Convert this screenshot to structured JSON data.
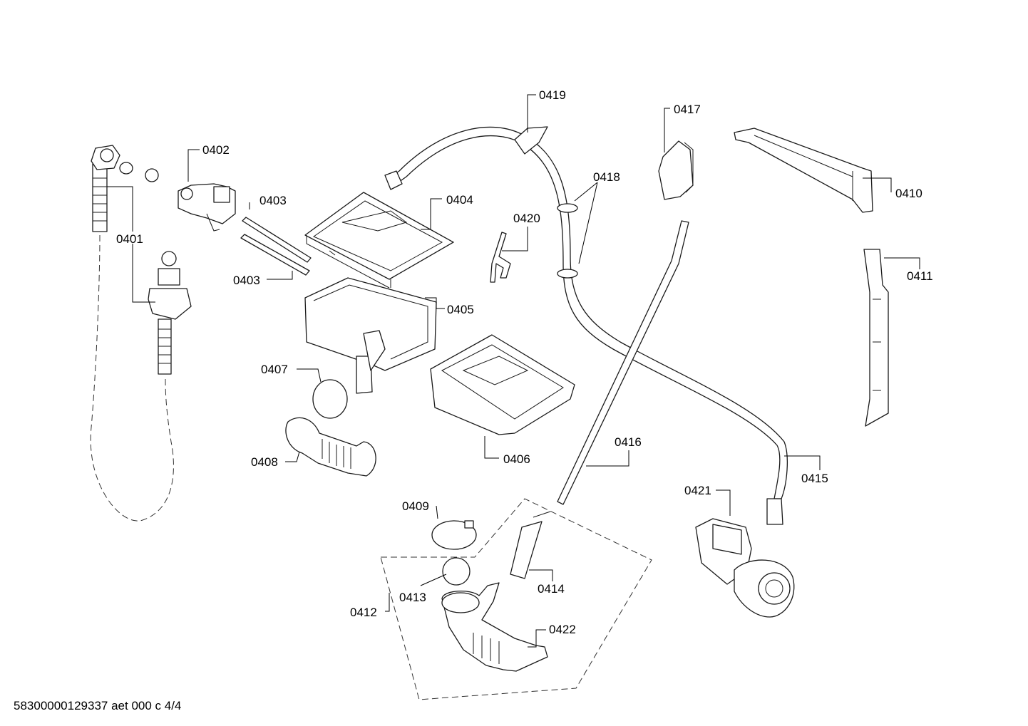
{
  "labels": {
    "p0401": "0401",
    "p0402": "0402",
    "p0403a": "0403",
    "p0403b": "0403",
    "p0404": "0404",
    "p0405": "0405",
    "p0406": "0406",
    "p0407": "0407",
    "p0408": "0408",
    "p0409": "0409",
    "p0410": "0410",
    "p0411": "0411",
    "p0412": "0412",
    "p0413": "0413",
    "p0414": "0414",
    "p0415": "0415",
    "p0416": "0416",
    "p0417": "0417",
    "p0418": "0418",
    "p0419": "0419",
    "p0420": "0420",
    "p0421": "0421",
    "p0422": "0422"
  },
  "footer": "58300000129337 aet 000 c 4/4"
}
